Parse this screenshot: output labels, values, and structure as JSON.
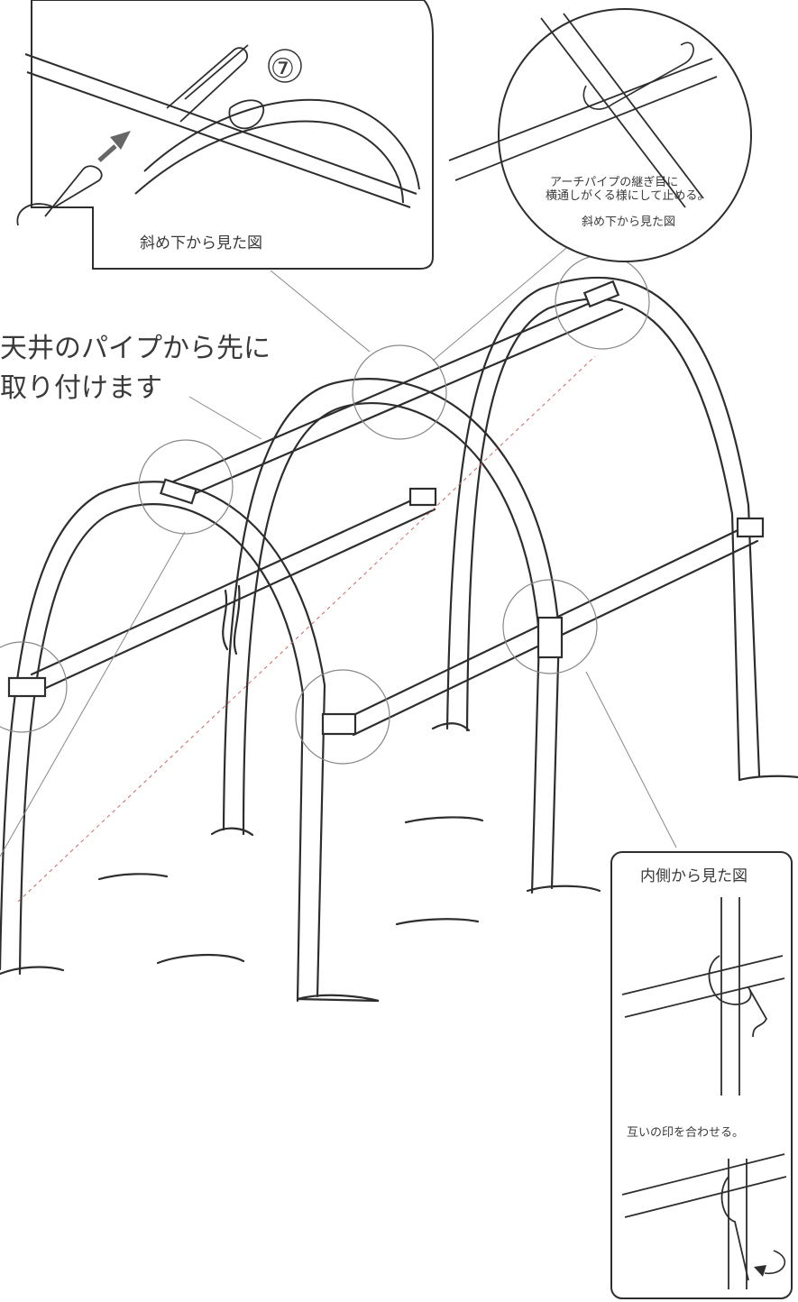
{
  "step_number": "⑦",
  "heading": {
    "line1": "天井のパイプから先に",
    "line2": "取り付けます"
  },
  "panel_top_left": {
    "caption": "斜め下から見た図"
  },
  "panel_top_right": {
    "note_line1": "アーチパイプの継ぎ目に",
    "note_line2": "横通しがくる様にして止める。",
    "caption": "斜め下から見た図"
  },
  "panel_bottom_right": {
    "title": "内側から見た図",
    "note": "互いの印を合わせる。"
  },
  "icons": {
    "arrow": "push-arrow-icon",
    "rotate": "rotate-arrow-icon"
  }
}
